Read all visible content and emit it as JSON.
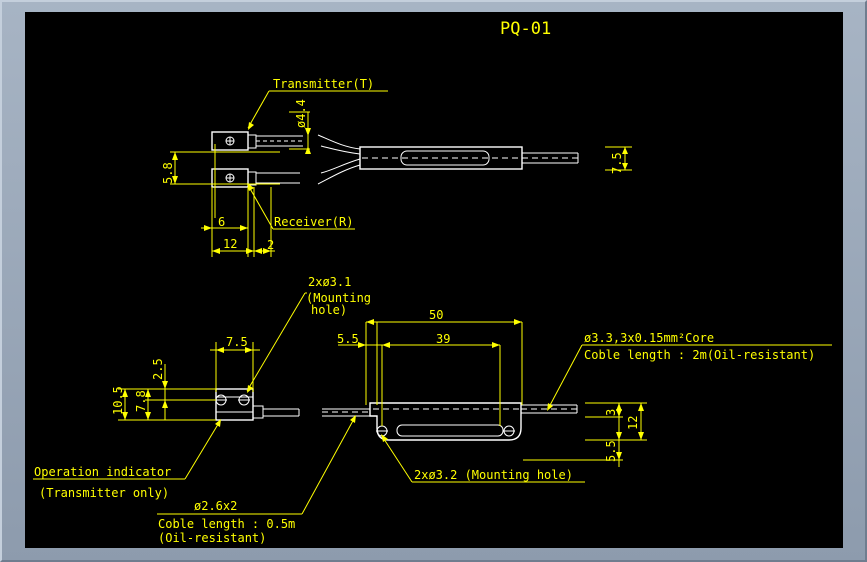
{
  "title": "PQ-01",
  "labels": {
    "transmitter": "Transmitter(T)",
    "receiver": "Receiver(R)",
    "mounting_holes_top": "2xø3.1",
    "mounting_hole_note_1": "(Mounting",
    "mounting_hole_note_2": "hole)",
    "mounting_holes_bottom": "2xø3.2 (Mounting hole)",
    "cable_core": "ø3.3,3x0.15mm²Core",
    "cable_length_main": "Coble length : 2m(Oil-resistant)",
    "operation_indicator": "Operation indicator",
    "transmitter_only": "(Transmitter only)",
    "small_cable": "ø2.6x2",
    "small_cable_length": "Coble length : 0.5m",
    "oil_resistant": "(Oil-resistant)"
  },
  "dims": {
    "d44": "ø4.4",
    "d58": "5.8",
    "d75_top": "7.5",
    "d6": "6",
    "d12_top": "12",
    "d2": "2",
    "d75": "7.5",
    "d25": "2.5",
    "d105": "10.5",
    "d78": "7.8",
    "d50": "50",
    "d55": "5.5",
    "d39": "39",
    "d3": "3",
    "d12": "12",
    "d55b": "5.5"
  },
  "colors": {
    "background": "#000000",
    "dimension": "#ffff00",
    "geometry": "#ffffff",
    "window_frame": "#9aa7b8"
  }
}
